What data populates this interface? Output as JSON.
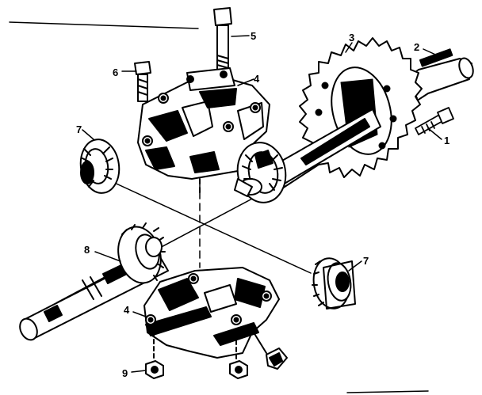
{
  "callouts": {
    "c1": "1",
    "c2": "2",
    "c3": "3",
    "c4a": "4",
    "c4b": "4",
    "c5": "5",
    "c6": "6",
    "c7a": "7",
    "c7b": "7",
    "c8": "8",
    "c9": "9"
  },
  "colors": {
    "ink": "#000000",
    "paper": "#ffffff"
  }
}
